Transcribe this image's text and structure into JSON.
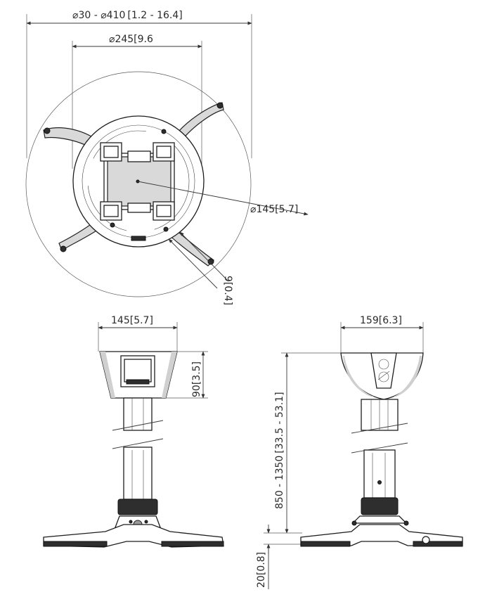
{
  "dimensions": {
    "d_range": "30 - ",
    "d_range_b": "410",
    "d_range_in": "[1.2 - 16.4]",
    "d_mid": "245",
    "d_mid_in": "[9.6",
    "d_plate": "145",
    "d_plate_in": "[5.7]",
    "arm_width": "9",
    "arm_width_in": "[0.4]",
    "front_width": "145",
    "front_width_in": "[5.7]",
    "side_width": "159",
    "side_width_in": "[6.3]",
    "head_height": "90",
    "head_height_in": "[3.5]",
    "drop_length": "850 - 1350",
    "drop_length_in": "[33.5 - 53.1]",
    "foot_height": "20",
    "foot_height_in": "[0.8]"
  },
  "symbols": {
    "diameter": "⌀"
  },
  "colors": {
    "line": "#2a2a2a",
    "fill_grey": "#d9d9d9",
    "dark": "#2e2e2e"
  }
}
